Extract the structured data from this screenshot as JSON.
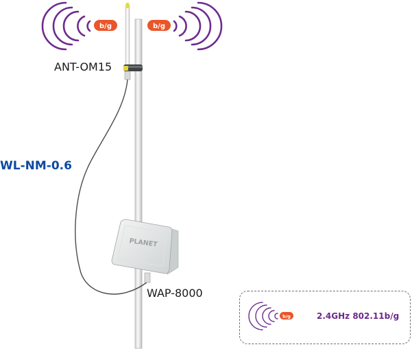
{
  "labels": {
    "antenna": "ANT-OM15",
    "cable": "WL-NM-0.6",
    "access_point": "WAP-8000",
    "brand": "PLANET"
  },
  "badges": {
    "left": "b/g",
    "right": "b/g",
    "legend": "b/g"
  },
  "legend": {
    "text": "2.4GHz 802.11b/g"
  },
  "colors": {
    "wave": "#6d2c8e",
    "badge": "#e8562a",
    "cable_label": "#0b4aa2",
    "legend_text": "#6c2a8a",
    "pole": "#e6e6e6"
  },
  "icons": [
    "wifi-wave-icon",
    "antenna-icon",
    "access-point-icon"
  ]
}
